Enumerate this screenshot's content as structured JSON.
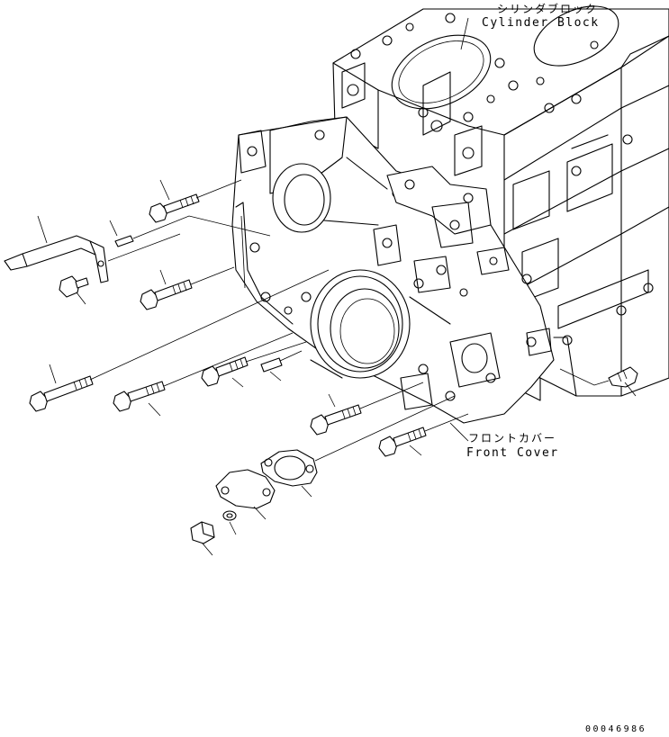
{
  "labels": {
    "cylinder_block_jp": "シリンダブロック",
    "cylinder_block_en": "Cylinder Block",
    "front_cover_jp": "フロントカバー",
    "front_cover_en": "Front Cover"
  },
  "drawing_code": "00046986"
}
